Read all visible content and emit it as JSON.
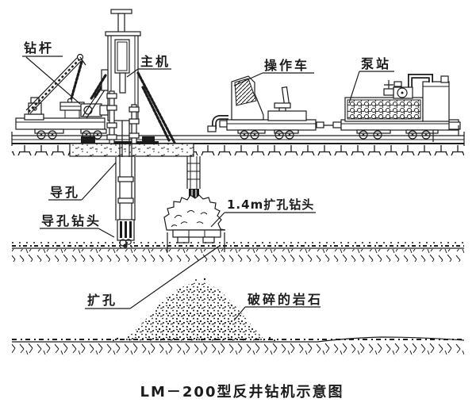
{
  "diagram": {
    "caption": "LM－200型反井钻机示意图",
    "caption_mark": "↵",
    "labels": {
      "drill_rod": "钻杆",
      "main_machine": "主机",
      "operation_car": "操作车",
      "pump_station": "泵站",
      "pilot_hole": "导孔",
      "pilot_bit": "导孔钻头",
      "reamer_bit": "1.4m扩孔钻头",
      "reaming": "扩孔",
      "broken_rock": "破碎的岩石"
    },
    "colors": {
      "line": "#1b1b1b",
      "background": "#ffffff"
    }
  }
}
